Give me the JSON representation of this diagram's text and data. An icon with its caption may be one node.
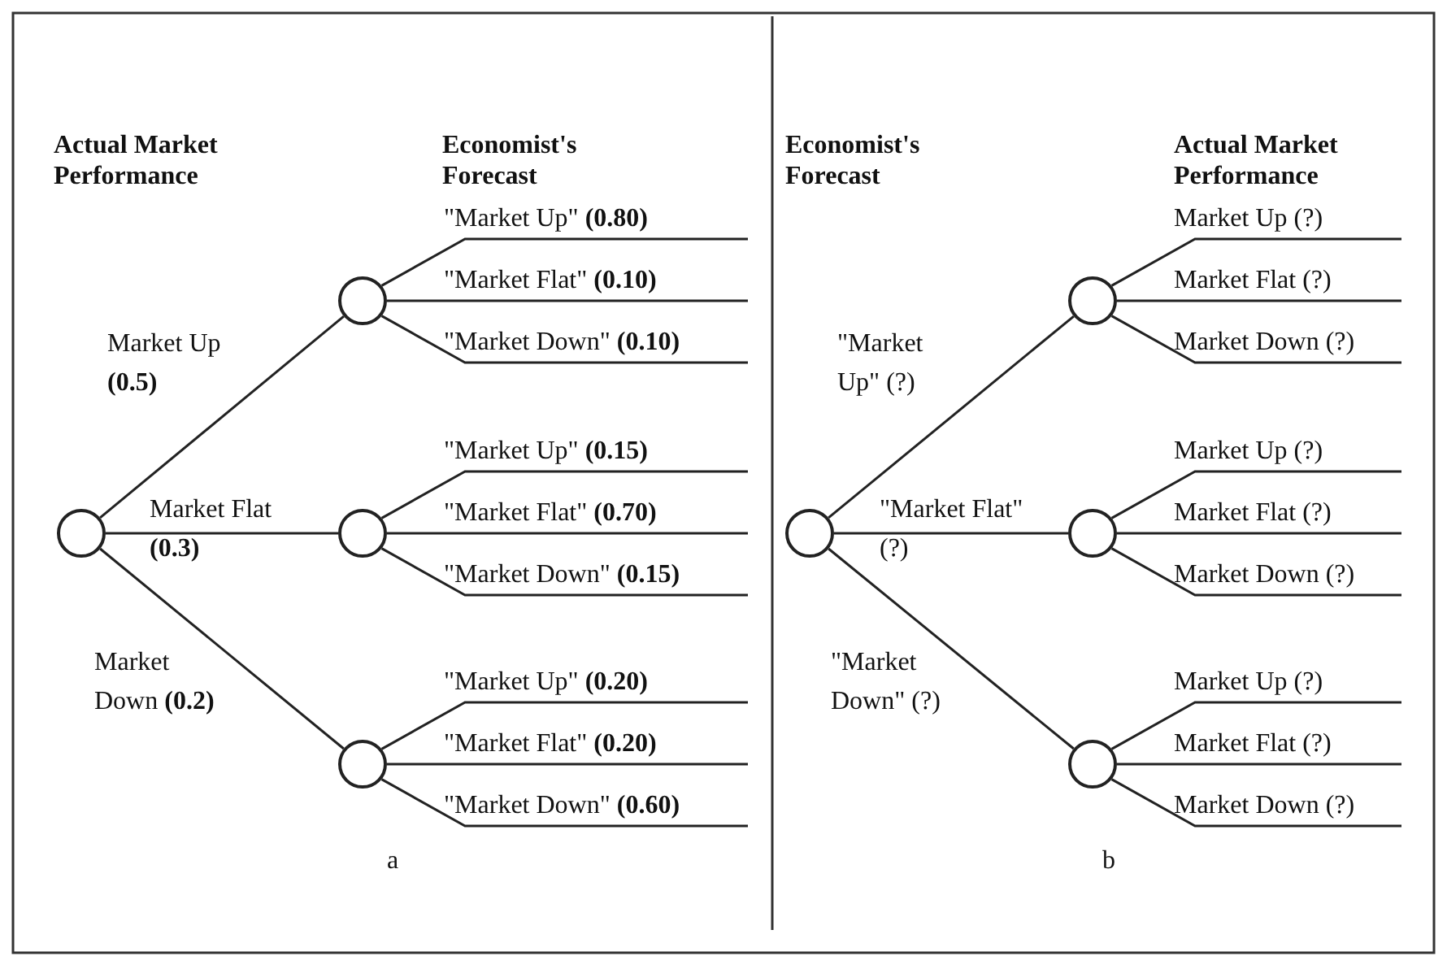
{
  "diagram": {
    "nodes": [
      {
        "text": [],
        "shape": "circle"
      },
      {
        "text": [],
        "shape": "circle"
      },
      {
        "text": [],
        "shape": "circle"
      },
      {
        "text": [],
        "shape": "circle"
      },
      {
        "text": [],
        "shape": "circle"
      },
      {
        "text": [],
        "shape": "circle"
      },
      {
        "text": [],
        "shape": "circle"
      },
      {
        "text": [],
        "shape": "circle"
      }
    ],
    "edges": [
      {
        "from": 0,
        "to": 1,
        "arrow": "none",
        "label": "Market Up **(0.5)**"
      },
      {
        "from": 0,
        "to": 2,
        "arrow": "none",
        "label": "Market Flat **(0.3)**"
      },
      {
        "from": 0,
        "to": 3,
        "arrow": "none",
        "label": "Market Down **(0.2)**"
      },
      {
        "from": 1,
        "to": null,
        "arrow": "none",
        "label": "\"Market Up\" **(0.80)**"
      },
      {
        "from": 1,
        "to": null,
        "arrow": "none",
        "label": "\"Market Flat\" **(0.10)**"
      },
      {
        "from": 1,
        "to": null,
        "arrow": "none",
        "label": "\"Market Down\" **(0.10)**"
      },
      {
        "from": 2,
        "to": null,
        "arrow": "none",
        "label": "\"Market Up\" **(0.15)**"
      },
      {
        "from": 2,
        "to": null,
        "arrow": "none",
        "label": "\"Market Flat\" **(0.70)**"
      },
      {
        "from": 2,
        "to": null,
        "arrow": "none",
        "label": "\"Market Down\" **(0.15)**"
      },
      {
        "from": 3,
        "to": null,
        "arrow": "none",
        "label": "\"Market Up\" **(0.20)**"
      },
      {
        "from": 3,
        "to": null,
        "arrow": "none",
        "label": "\"Market Flat\" **(0.20)**"
      },
      {
        "from": 3,
        "to": null,
        "arrow": "none",
        "label": "\"Market Down\" **(0.60)**"
      },
      {
        "from": 4,
        "to": 5,
        "arrow": "none",
        "label": "\"Market Up\" (?)"
      },
      {
        "from": 4,
        "to": 6,
        "arrow": "none",
        "label": "\"Market Flat\" (?)"
      },
      {
        "from": 4,
        "to": 7,
        "arrow": "none",
        "label": "\"Market Down\" (?)"
      },
      {
        "from": 5,
        "to": null,
        "arrow": "none",
        "label": "Market Up (?)"
      },
      {
        "from": 5,
        "to": null,
        "arrow": "none",
        "label": "Market Flat (?)"
      },
      {
        "from": 5,
        "to": null,
        "arrow": "none",
        "label": "Market Down (?)"
      },
      {
        "from": 6,
        "to": null,
        "arrow": "none",
        "label": "Market Up (?)"
      },
      {
        "from": 6,
        "to": null,
        "arrow": "none",
        "label": "Market Flat (?)"
      },
      {
        "from": 6,
        "to": null,
        "arrow": "none",
        "label": "Market Down (?)"
      },
      {
        "from": 7,
        "to": null,
        "arrow": "none",
        "label": "Market Up (?)"
      },
      {
        "from": 7,
        "to": null,
        "arrow": "none",
        "label": "Market Flat (?)"
      },
      {
        "from": 7,
        "to": null,
        "arrow": "none",
        "label": "Market Down (?)"
      }
    ],
    "labels": [
      "Actual Market Performance",
      "Economist's Forecast",
      "Economist's Forecast",
      "Actual Market Performance",
      "a",
      "b"
    ]
  }
}
